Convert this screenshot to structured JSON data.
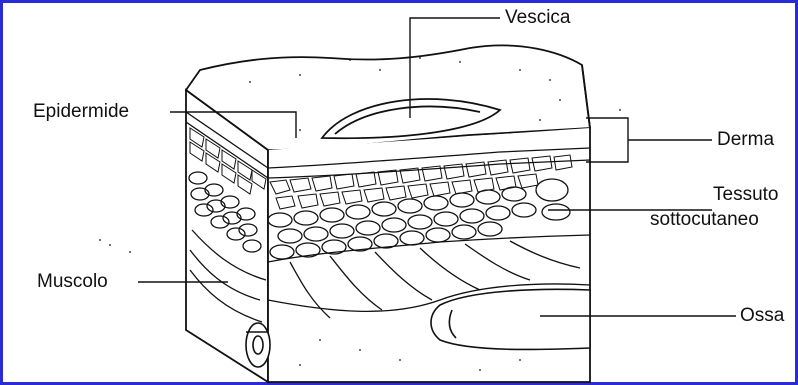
{
  "figure": {
    "border_color": "#2b2bd4",
    "ink_color": "#111111"
  },
  "labels": {
    "vescica": "Vescica",
    "epidermide": "Epidermide",
    "derma": "Derma",
    "tessuto_line1": "Tessuto",
    "tessuto_line2": "sottocutaneo",
    "muscolo": "Muscolo",
    "ossa": "Ossa"
  }
}
